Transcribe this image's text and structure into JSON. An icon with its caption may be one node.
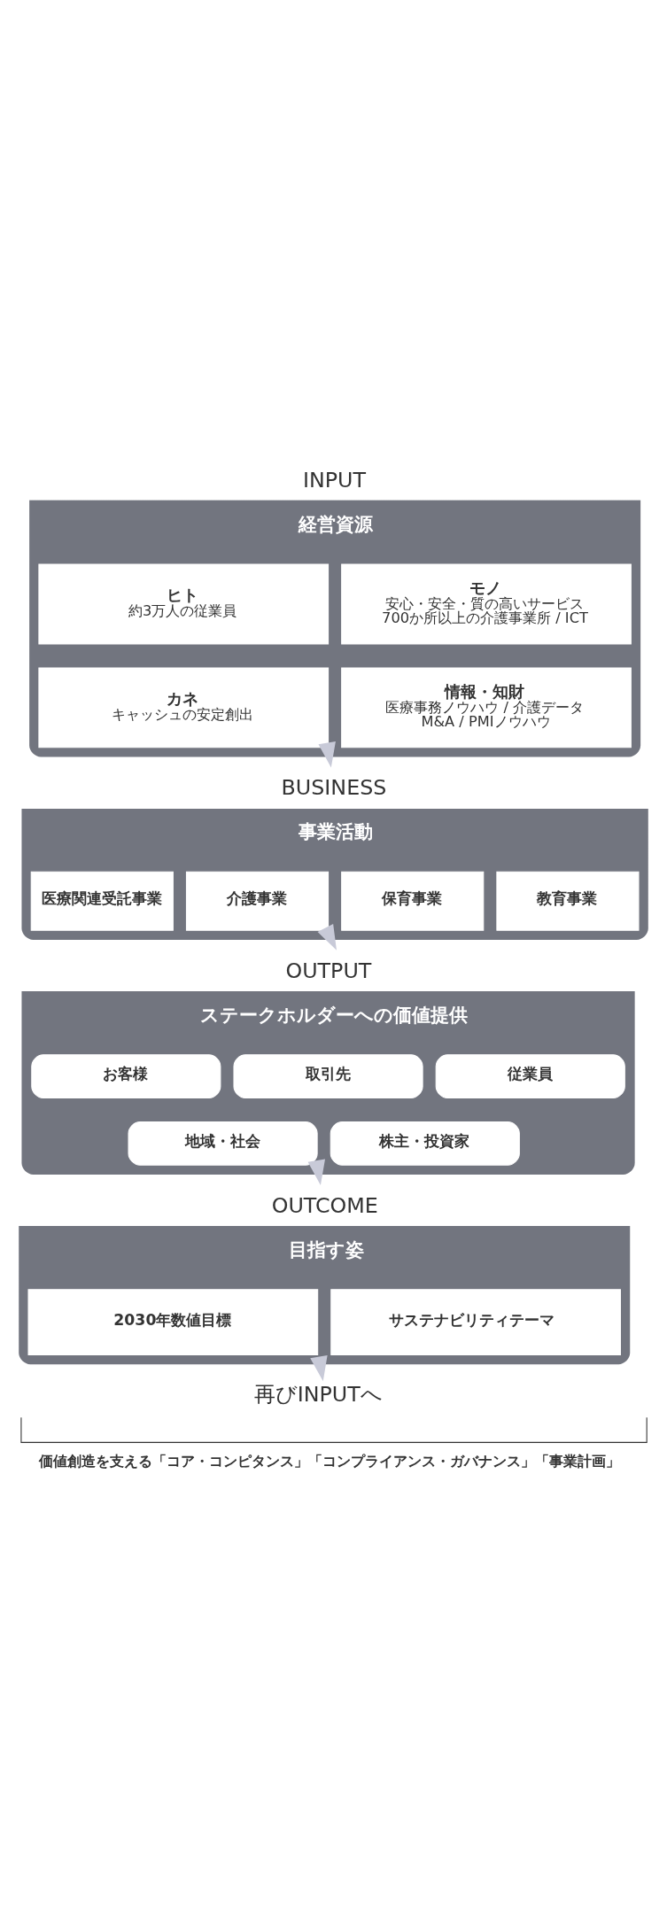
{
  "diagram": {
    "caption": "価値創造を支える「コア・コンピタンス」「コンプライアンス・ガバナンス」「事業計画」",
    "nodes": [
      {
        "text": [
          "INPUT",
          "経営資源"
        ]
      },
      {
        "text": [
          "ヒト",
          "約3万人の従業員"
        ],
        "in": 0
      },
      {
        "text": [
          "モノ",
          "安心・安全・質の高いサービス",
          "700か所以上の介護事業所 / ICT"
        ],
        "in": 0
      },
      {
        "text": [
          "カネ",
          "キャッシュの安定創出"
        ],
        "in": 0
      },
      {
        "text": [
          "情報・知財",
          "医療事務ノウハウ / 介護データ",
          "M&A / PMIノウハウ"
        ],
        "in": 0
      },
      {
        "text": [
          "BUSINESS",
          "事業活動"
        ]
      },
      {
        "text": [
          "医療関連受託事業"
        ],
        "in": 5
      },
      {
        "text": [
          "介護事業"
        ],
        "in": 5
      },
      {
        "text": [
          "保育事業"
        ],
        "in": 5
      },
      {
        "text": [
          "教育事業"
        ],
        "in": 5
      },
      {
        "text": [
          "OUTPUT",
          "ステークホルダーへの価値提供"
        ]
      },
      {
        "text": [
          "お客様"
        ],
        "in": 10
      },
      {
        "text": [
          "取引先"
        ],
        "in": 10
      },
      {
        "text": [
          "従業員"
        ],
        "in": 10
      },
      {
        "text": [
          "地域・社会"
        ],
        "in": 10
      },
      {
        "text": [
          "株主・投資家"
        ],
        "in": 10
      },
      {
        "text": [
          "OUTCOME",
          "目指す姿"
        ]
      },
      {
        "text": [
          "2030年数値目標"
        ],
        "in": 16
      },
      {
        "text": [
          "サステナビリティテーマ"
        ],
        "in": 16
      },
      {
        "text": [
          "再びINPUTへ"
        ]
      }
    ],
    "edges": [
      {
        "from": 0,
        "to": 5,
        "arrow": "to"
      },
      {
        "from": 5,
        "to": 10,
        "arrow": "to"
      },
      {
        "from": 10,
        "to": 16,
        "arrow": "to"
      },
      {
        "from": 16,
        "to": 19,
        "arrow": "to"
      }
    ]
  }
}
